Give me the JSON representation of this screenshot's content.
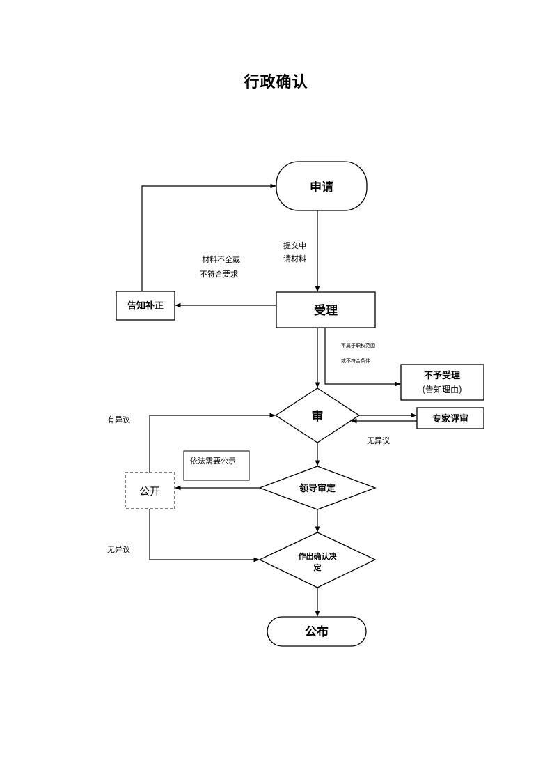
{
  "title": "行政确认",
  "nodes": {
    "apply": "申请",
    "accept": "受理",
    "notify_fix": "告知补正",
    "reject_line1": "不予受理",
    "reject_line2": "(告知理由)",
    "review": "审",
    "expert": "专家评审",
    "publicity": "公开",
    "leader": "领导审定",
    "decide_line1": "作出确认决",
    "decide_line2": "定",
    "publish": "公布"
  },
  "labels": {
    "submit_line1": "提交申",
    "submit_line2": "请材料",
    "incomplete_line1": "材料不全或",
    "incomplete_line2": "不符合要求",
    "outside_line1": "不属于职权范围",
    "outside_line2": "或不符合条件",
    "objection": "有异议",
    "no_objection_expert": "无异议",
    "legal_publicity": "依法需要公示",
    "no_objection": "无异议"
  }
}
